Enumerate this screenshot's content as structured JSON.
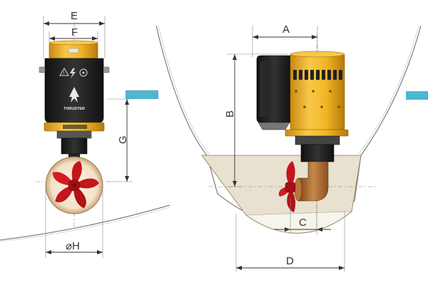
{
  "labels": {
    "E": "E",
    "F": "F",
    "G": "G",
    "H": "⌀H",
    "A": "A",
    "B": "B",
    "C": "C",
    "D": "D"
  },
  "unit_badge": {
    "brand": "THRUSTER"
  },
  "colors": {
    "motor_yellow": "#f2b625",
    "motor_yellow_dark": "#c98a10",
    "housing_black": "#1e1e1e",
    "propeller_red": "#c4161c",
    "bronze": "#a8692f",
    "hull_fill": "#f7f4ec",
    "water_fill": "#e8e1cf",
    "waterline": "#4fb6d2"
  }
}
